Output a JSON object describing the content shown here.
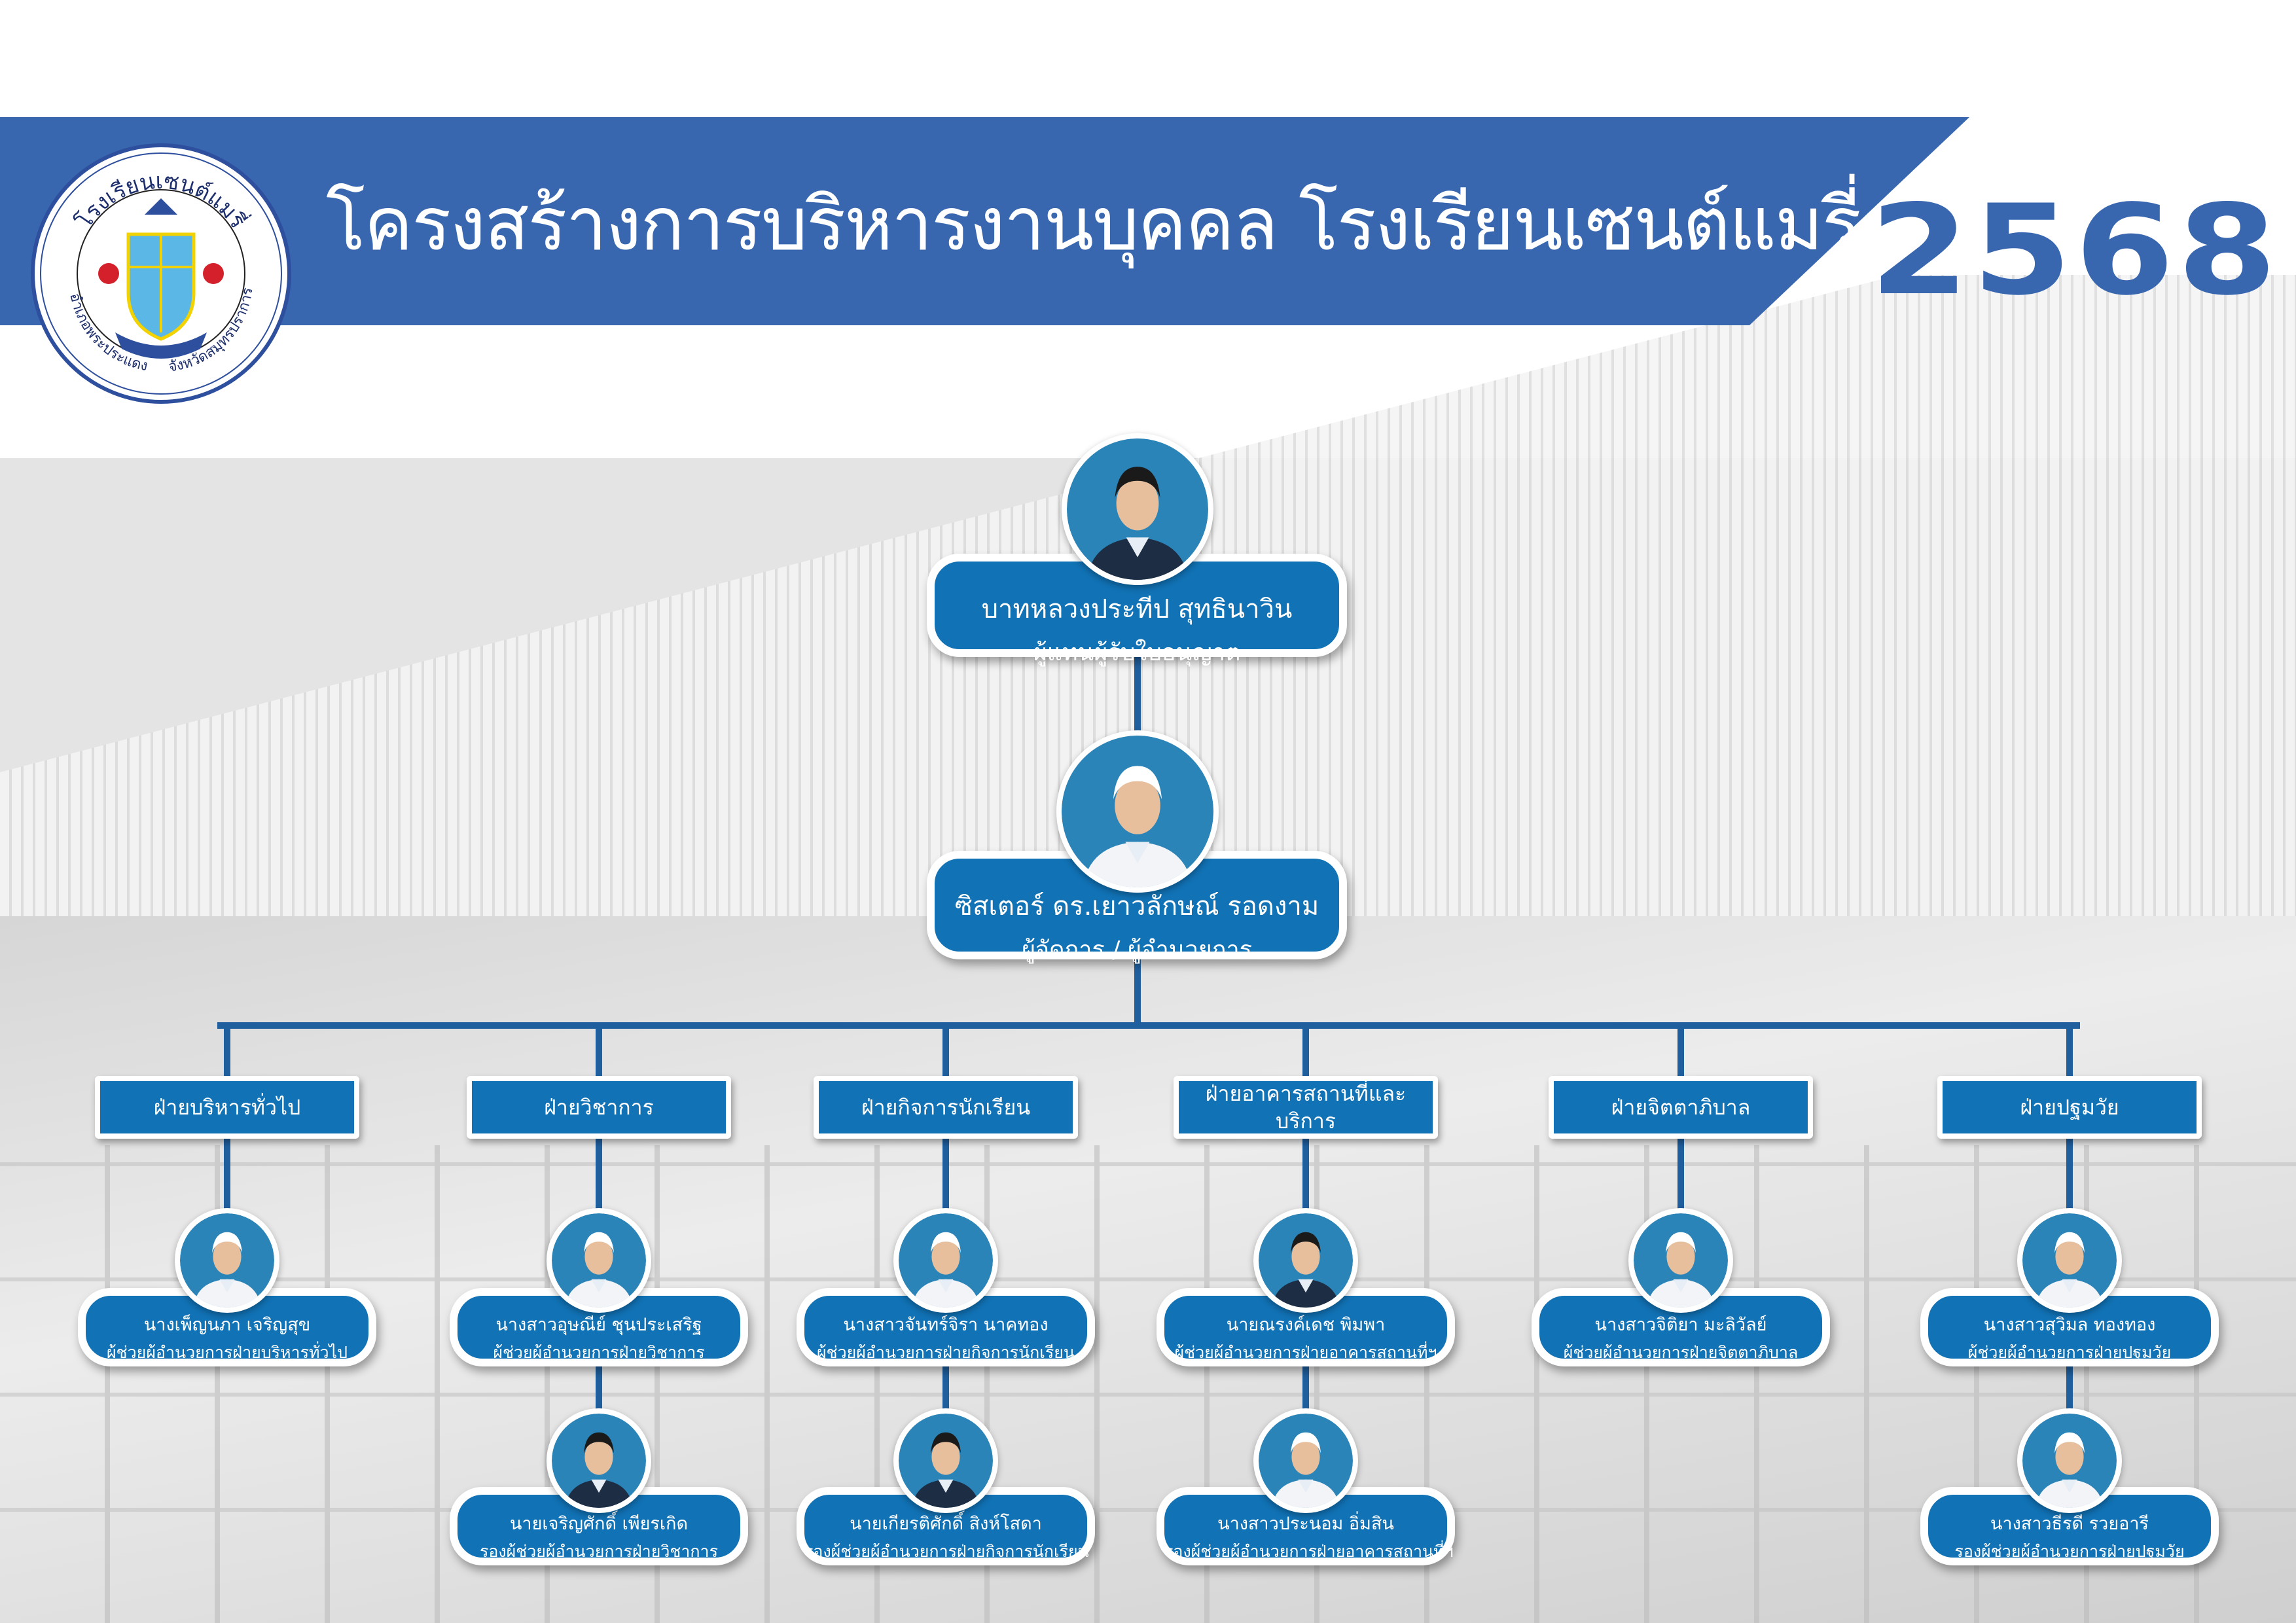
{
  "header": {
    "title": "โครงสร้างการบริหารงานบุคคล โรงเรียนเซนต์แมรี่",
    "year": "2568",
    "logo_text": {
      "school": "โรงเรียนเซนต์แมรี่",
      "district": "อำเภอพระประแดง",
      "province": "จังหวัดสมุทรปราการ"
    }
  },
  "colors": {
    "banner": "#3867b0",
    "card": "#1172b5",
    "line": "#1f5f9e"
  },
  "top": [
    {
      "name": "บาทหลวงประทีป  สุทธินาวิน",
      "role": "ผู้แทนผู้รับใบอนุญาต"
    },
    {
      "name": "ซิสเตอร์ ดร.เยาวลักษณ์  รอดงาม",
      "role": "ผู้จัดการ / ผู้อำนวยการ"
    }
  ],
  "divisions": [
    {
      "label": "ฝ่ายบริหารทั่วไป",
      "assistant": {
        "name": "นางเพ็ญนภา  เจริญสุข",
        "role": "ผู้ช่วยผู้อำนวยการฝ่ายบริหารทั่วไป"
      }
    },
    {
      "label": "ฝ่ายวิชาการ",
      "assistant": {
        "name": "นางสาวอุษณีย์ ชุนประเสริฐ",
        "role": "ผู้ช่วยผู้อำนวยการฝ่ายวิชาการ"
      },
      "deputy": {
        "name": "นายเจริญศักดิ์ เพียรเกิด",
        "role": "รองผู้ช่วยผู้อำนวยการฝ่ายวิชาการ"
      }
    },
    {
      "label": "ฝ่ายกิจการนักเรียน",
      "assistant": {
        "name": "นางสาวจันทร์จิรา นาคทอง",
        "role": "ผู้ช่วยผู้อำนวยการฝ่ายกิจการนักเรียน"
      },
      "deputy": {
        "name": "นายเกียรติศักดิ์ สิงห์โสดา",
        "role": "รองผู้ช่วยผู้อำนวยการฝ่ายกิจการนักเรียน"
      }
    },
    {
      "label": "ฝ่ายอาคารสถานที่และบริการ",
      "assistant": {
        "name": "นายณรงค์เดช  พิมพา",
        "role": "ผู้ช่วยผู้อำนวยการฝ่ายอาคารสถานที่ฯ"
      },
      "deputy": {
        "name": "นางสาวประนอม  อิ่มสิน",
        "role": "รองผู้ช่วยผู้อำนวยการฝ่ายอาคารสถานที่ฯ"
      }
    },
    {
      "label": "ฝ่ายจิตตาภิบาล",
      "assistant": {
        "name": "นางสาวจิติยา  มะลิวัลย์",
        "role": "ผู้ช่วยผู้อำนวยการฝ่ายจิตตาภิบาล"
      }
    },
    {
      "label": "ฝ่ายปฐมวัย",
      "assistant": {
        "name": "นางสาวสุวิมล  ทองทอง",
        "role": "ผู้ช่วยผู้อำนวยการฝ่ายปฐมวัย"
      },
      "deputy": {
        "name": "นางสาวธีรดี  รวยอารี",
        "role": "รองผู้ช่วยผู้อำนวยการฝ่ายปฐมวัย"
      }
    }
  ]
}
